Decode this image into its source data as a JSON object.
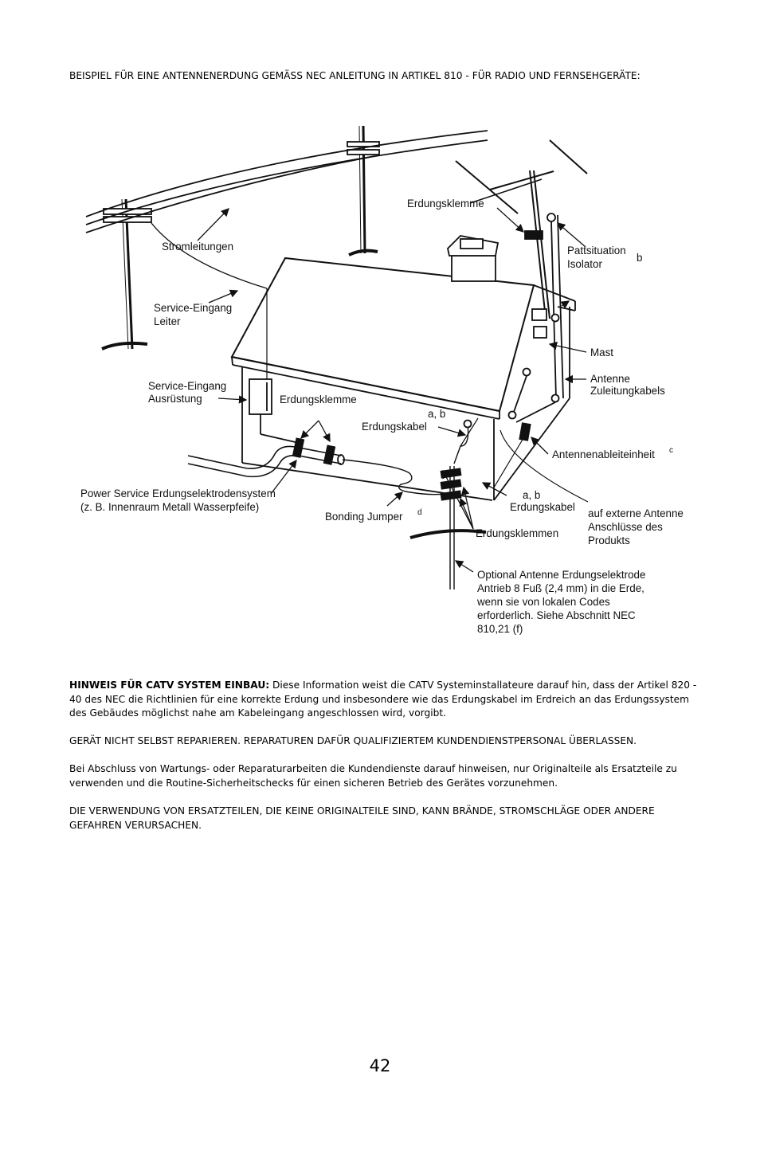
{
  "header": "BEISPIEL FÜR EINE ANTENNENERDUNG GEMÄSS NEC ANLEITUNG IN ARTIKEL 810 - FÜR RADIO UND FERNSEHGERÄTE:",
  "diagram": {
    "labels": {
      "erdungsklemme_top": "Erdungsklemme",
      "stromleitungen": "Stromleitungen",
      "pattsituation_1": "Pattsituation",
      "pattsituation_2": "Isolator",
      "pattsituation_letter": "b",
      "service_eingang_leiter_1": "Service-Eingang",
      "service_eingang_leiter_2": "Leiter",
      "mast": "Mast",
      "antenne_1": "Antenne",
      "antenne_2": "Zuleitungkabels",
      "service_ausruestung_1": "Service-Eingang",
      "service_ausruestung_2": "Ausrüstung",
      "erdungsklemme_mid": "Erdungsklemme",
      "ab_1": "a, b",
      "erdungskabel_1": "Erdungskabel",
      "antennenableiteinheit": "Antennenableiteinheit",
      "antennenableiteinheit_letter": "c",
      "power_service_1": "Power Service Erdungselektrodensystem",
      "power_service_2": "(z. B. Innenraum Metall Wasserpfeife)",
      "ab_2": "a, b",
      "erdungskabel_2": "Erdungskabel",
      "externe_1": "auf externe Antenne",
      "externe_2": "Anschlüsse des",
      "externe_3": "Produkts",
      "bonding_jumper": "Bonding Jumper",
      "bonding_letter": "d",
      "erdungsklemmen": "Erdungsklemmen",
      "optional_1": "Optional Antenne Erdungselektrode",
      "optional_2": "Antrieb 8 Fuß (2,4 mm) in die Erde,",
      "optional_3": "wenn sie von lokalen Codes",
      "optional_4": "erforderlich. Siehe Abschnitt NEC",
      "optional_5": "810,21 (f)"
    }
  },
  "note": {
    "bold": "HINWEIS FÜR CATV SYSTEM EINBAU:",
    "text": " Diese Information weist die CATV Systeminstallateure darauf hin, dass der Artikel 820 - 40 des NEC die Richtlinien für eine korrekte Erdung und insbesondere wie das Erdungskabel im Erdreich an das Erdungssystem des Gebäudes möglichst nahe am Kabeleingang angeschlossen wird, vorgibt."
  },
  "warning_repair": "GERÄT NICHT SELBST REPARIEREN. REPARATUREN DAFÜR QUALIFIZIERTEM KUNDENDIENSTPERSONAL ÜBERLASSEN.",
  "service_paragraph": "Bei Abschluss von Wartungs- oder Reparaturarbeiten die Kundendienste darauf hinweisen, nur Originalteile als Ersatzteile zu verwenden und die Routine-Sicherheitschecks für einen sicheren Betrieb des Gerätes vorzunehmen.",
  "warning_parts": "DIE VERWENDUNG VON ERSATZTEILEN, DIE KEINE ORIGINALTEILE SIND, KANN BRÄNDE, STROMSCHLÄGE ODER ANDERE GEFAHREN VERURSACHEN.",
  "page_number": "42"
}
